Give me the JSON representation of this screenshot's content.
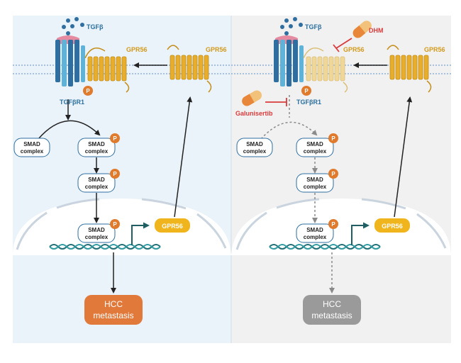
{
  "left_panel": {
    "tgf_label": "TGFβ",
    "receptor_label": "TGFβR1",
    "gpr56_membrane_label": "GPR56",
    "gpr56_free_label": "GPR56",
    "smad_free_line1": "SMAD",
    "smad_free_line2": "complex",
    "smad_p1_line1": "SMAD",
    "smad_p1_line2": "complex",
    "smad_p2_line1": "SMAD",
    "smad_p2_line2": "complex",
    "smad_nuc_line1": "SMAD",
    "smad_nuc_line2": "complex",
    "gene_label": "GPR56",
    "phospho_label": "P",
    "outcome_line1": "HCC",
    "outcome_line2": "metastasis"
  },
  "right_panel": {
    "tgf_label": "TGFβ",
    "receptor_label": "TGFβR1",
    "gpr56_membrane_label": "GPR56",
    "gpr56_free_label": "GPR56",
    "inhibitor_dhm": "DHM",
    "inhibitor_galunisertib": "Galunisertib",
    "smad_free_line1": "SMAD",
    "smad_free_line2": "complex",
    "smad_p1_line1": "SMAD",
    "smad_p1_line2": "complex",
    "smad_p2_line1": "SMAD",
    "smad_p2_line2": "complex",
    "smad_nuc_line1": "SMAD",
    "smad_nuc_line2": "complex",
    "gene_label": "GPR56",
    "phospho_label": "P",
    "outcome_line1": "HCC",
    "outcome_line2": "metastasis"
  },
  "colors": {
    "left_bg": "#eaf3fa",
    "right_bg": "#f1f1f1",
    "membrane": "#9bb7d6",
    "receptor_blue": "#2e6ea0",
    "gpr56_gold": "#e0a92a",
    "phospho_orange": "#e07a2c",
    "inhibitor_red": "#d93a3a",
    "hcc_orange": "#e1793a",
    "hcc_gray": "#9a9a9a",
    "text_blue": "#2a6f9e"
  }
}
